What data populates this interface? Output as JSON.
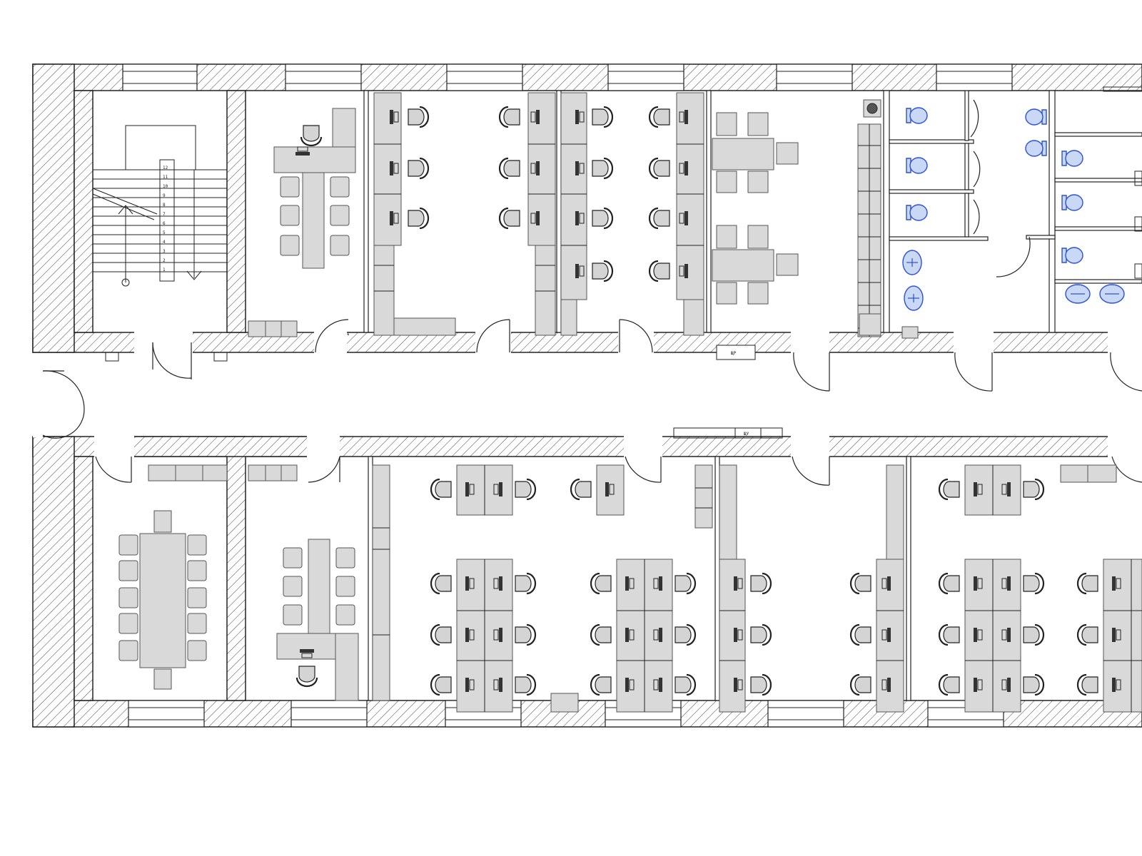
{
  "stair_numbers": [
    "12",
    "11",
    "10",
    "9",
    "8",
    "7",
    "6",
    "5",
    "4",
    "3",
    "2",
    "1"
  ],
  "panel_label": "ЩР",
  "sign_label": "ЩУ",
  "colors": {
    "wall_line": "#222222",
    "furniture": "#d9d9d9",
    "fixture_blue": "#2b4fd6"
  }
}
